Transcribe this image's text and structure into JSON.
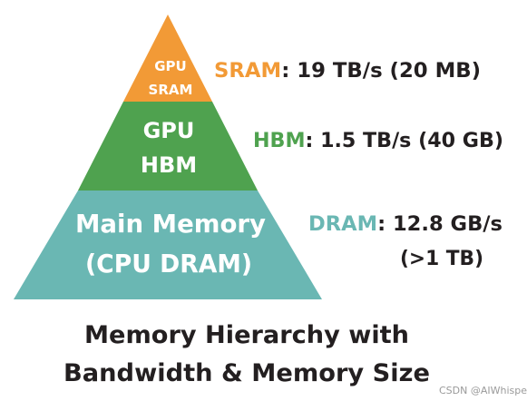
{
  "pyramid": {
    "tiers": [
      {
        "line1": "GPU",
        "line2": "SRAM",
        "color": "#f29a36",
        "spec_name": "SRAM",
        "spec_rest": ": 19 TB/s (20 MB)",
        "spec_rest2": ""
      },
      {
        "line1": "GPU",
        "line2": "HBM",
        "color": "#4fa24f",
        "spec_name": "HBM",
        "spec_rest": ": 1.5 TB/s (40 GB)",
        "spec_rest2": ""
      },
      {
        "line1": "Main Memory",
        "line2": "(CPU DRAM)",
        "color": "#6ab7b3",
        "spec_name": "DRAM",
        "spec_rest": ": 12.8 GB/s",
        "spec_rest2": "(>1 TB)"
      }
    ]
  },
  "caption": {
    "line1": "Memory Hierarchy with",
    "line2": "Bandwidth & Memory Size"
  },
  "watermark": "CSDN @AIWhispers"
}
